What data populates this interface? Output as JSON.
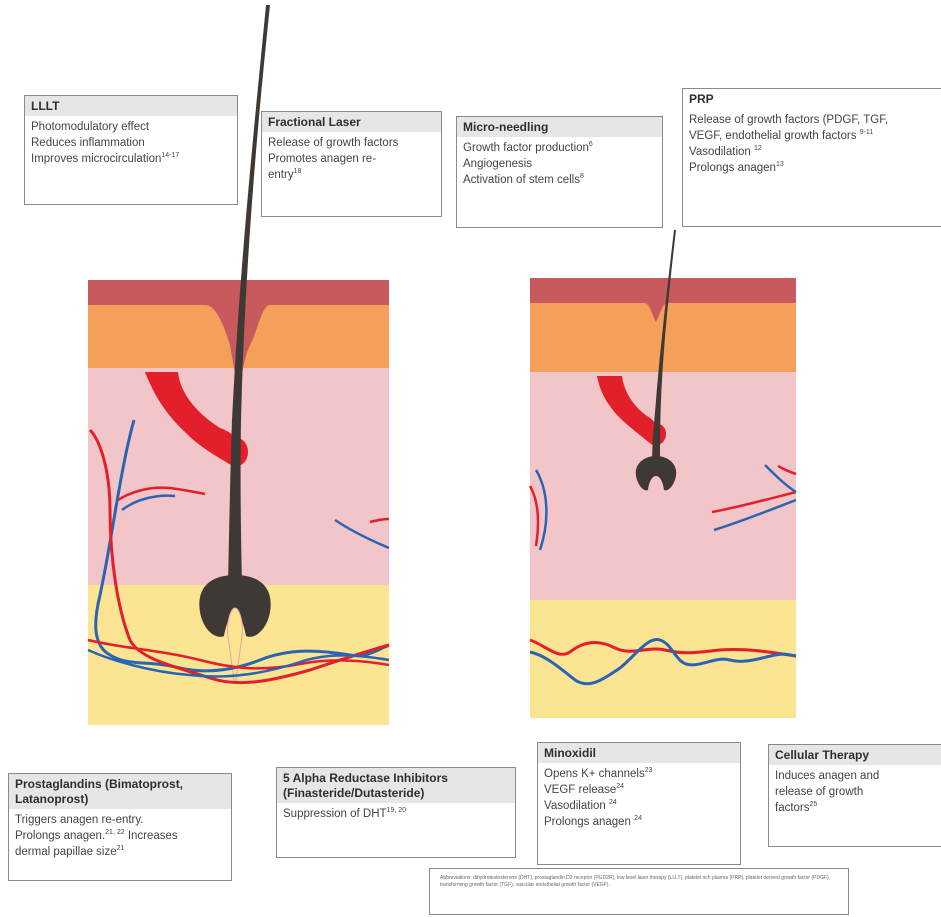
{
  "boxes": {
    "lllt": {
      "title": "LLLT",
      "items": [
        {
          "text": "Photomodulatory effect",
          "ref": ""
        },
        {
          "text": "Reduces inflammation",
          "ref": ""
        },
        {
          "text": "Improves microcirculation",
          "ref": "14-17"
        }
      ]
    },
    "fractional_laser": {
      "title": "Fractional Laser",
      "items": [
        {
          "text": "Release of growth factors",
          "ref": ""
        },
        {
          "text": "Promotes anagen re-",
          "ref": ""
        },
        {
          "text": "entry",
          "ref": "18"
        }
      ]
    },
    "microneedling": {
      "title": "Micro-needling",
      "items": [
        {
          "text": "Growth factor production",
          "ref": "6"
        },
        {
          "text": "Angiogenesis",
          "ref": ""
        },
        {
          "text": "Activation of stem cells",
          "ref": "8"
        }
      ]
    },
    "prp": {
      "title": "PRP",
      "items": [
        {
          "text": "Release of growth factors (PDGF, TGF,",
          "ref": ""
        },
        {
          "text": "VEGF, endothelial growth factors",
          "ref": "9-11"
        },
        {
          "text": "Vasodilation",
          "ref": "12"
        },
        {
          "text": "Prolongs anagen",
          "ref": "13"
        }
      ]
    },
    "prostaglandins": {
      "title_line1": "Prostaglandins (Bimatoprost,",
      "title_line2": "Latanoprost)",
      "items": [
        {
          "text": "Triggers anagen re-entry.",
          "ref": ""
        },
        {
          "text": "Prolongs anagen.",
          "ref": "21, 22",
          "tail": " Increases"
        },
        {
          "text": "dermal papillae size",
          "ref": "21"
        }
      ]
    },
    "five_alpha": {
      "title_line1": "5 Alpha Reductase Inhibitors",
      "title_line2": "(Finasteride/Dutasteride)",
      "items": [
        {
          "text": "Suppression of DHT",
          "ref": "19, 20"
        }
      ]
    },
    "minoxidil": {
      "title": "Minoxidil",
      "items": [
        {
          "text": "Opens K+ channels",
          "ref": "23"
        },
        {
          "text": "VEGF release",
          "ref": "24"
        },
        {
          "text": "Vasodilation",
          "ref": "24"
        },
        {
          "text": "Prolongs anagen",
          "ref": "24"
        }
      ]
    },
    "cellular": {
      "title": "Cellular Therapy",
      "items": [
        {
          "text": "Induces anagen and",
          "ref": ""
        },
        {
          "text": "release of growth",
          "ref": ""
        },
        {
          "text": "factors",
          "ref": "25"
        }
      ]
    }
  },
  "abbreviations": "Abbreviations: dihydrotestosterone (DHT), prostaglandin D2 receptor (PGD2R), low level laser therapy (LLLT), platelet rich plasma (PRP), platelet derived growth factor (PDGF), transforming growth factor (TGF), vascular endothelial growth factor (VEGF).",
  "colors": {
    "epidermis": "#c85a5e",
    "upper_dermis": "#f4a05a",
    "dermis": "#f2c6c8",
    "fat": "#fbe592",
    "hair": "#3f3936",
    "blood_vessel_red": "#e32029",
    "blood_vessel_blue": "#2b64b4"
  }
}
